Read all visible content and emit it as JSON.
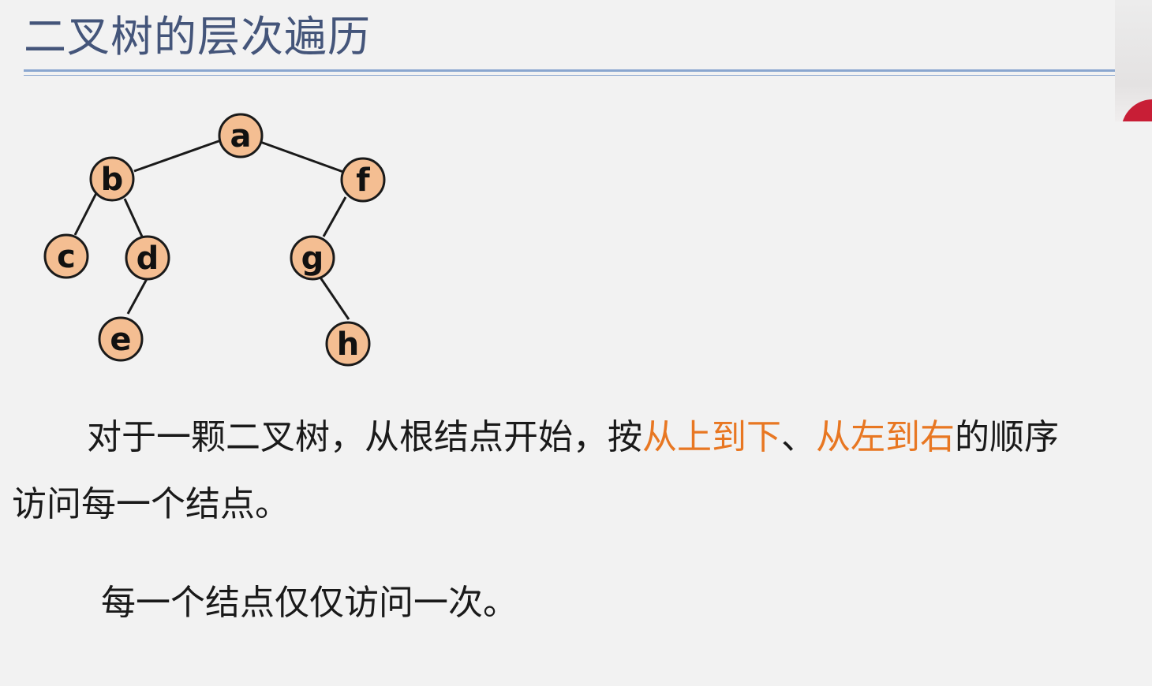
{
  "slide": {
    "title": "二叉树的层次遍历"
  },
  "tree": {
    "nodes": [
      {
        "label": "a"
      },
      {
        "label": "b"
      },
      {
        "label": "f"
      },
      {
        "label": "c"
      },
      {
        "label": "d"
      },
      {
        "label": "g"
      },
      {
        "label": "e"
      },
      {
        "label": "h"
      }
    ],
    "node_fill": "#f4be92",
    "node_stroke": "#1a1a1a"
  },
  "text": {
    "p1_a": "对于一颗二叉树，从根结点开始，按",
    "p1_b": "从上到下",
    "p1_c": "、",
    "p1_d": "从左到右",
    "p1_e": "的顺序",
    "p2": "访问每一个结点。",
    "p3": "每一个结点仅仅访问一次。"
  },
  "colors": {
    "title": "#44557a",
    "rule": "#8aa6cf",
    "highlight": "#e87722",
    "background": "#f2f2f2"
  }
}
